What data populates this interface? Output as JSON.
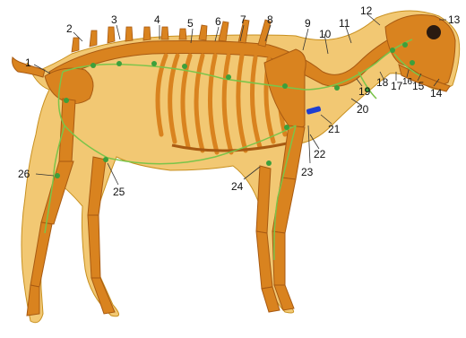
{
  "labels": [
    "1",
    "2",
    "3",
    "4",
    "5",
    "6",
    "7",
    "8",
    "9",
    "10",
    "11",
    "12",
    "13",
    "14",
    "15",
    "16",
    "17",
    "18",
    "19",
    "20",
    "21",
    "22",
    "23",
    "24",
    "25",
    "26"
  ],
  "colors": {
    "body_fill": "#F2C873",
    "bone": "#D9831F",
    "bone_dark": "#A85A12",
    "node": "#3CA03C",
    "vessel": "#7BC44A",
    "marker": "#1F3FD0"
  }
}
